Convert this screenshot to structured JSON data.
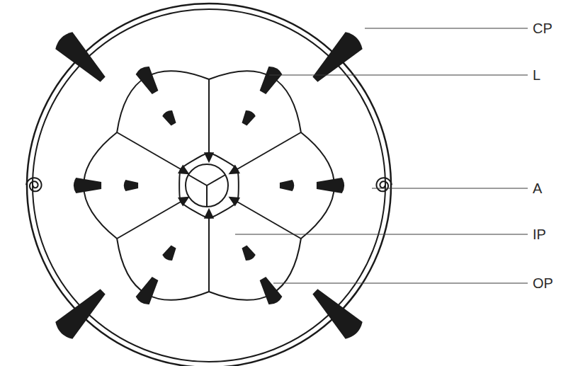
{
  "diagram": {
    "labels": [
      "CP",
      "L",
      "A",
      "IP",
      "OP"
    ]
  }
}
